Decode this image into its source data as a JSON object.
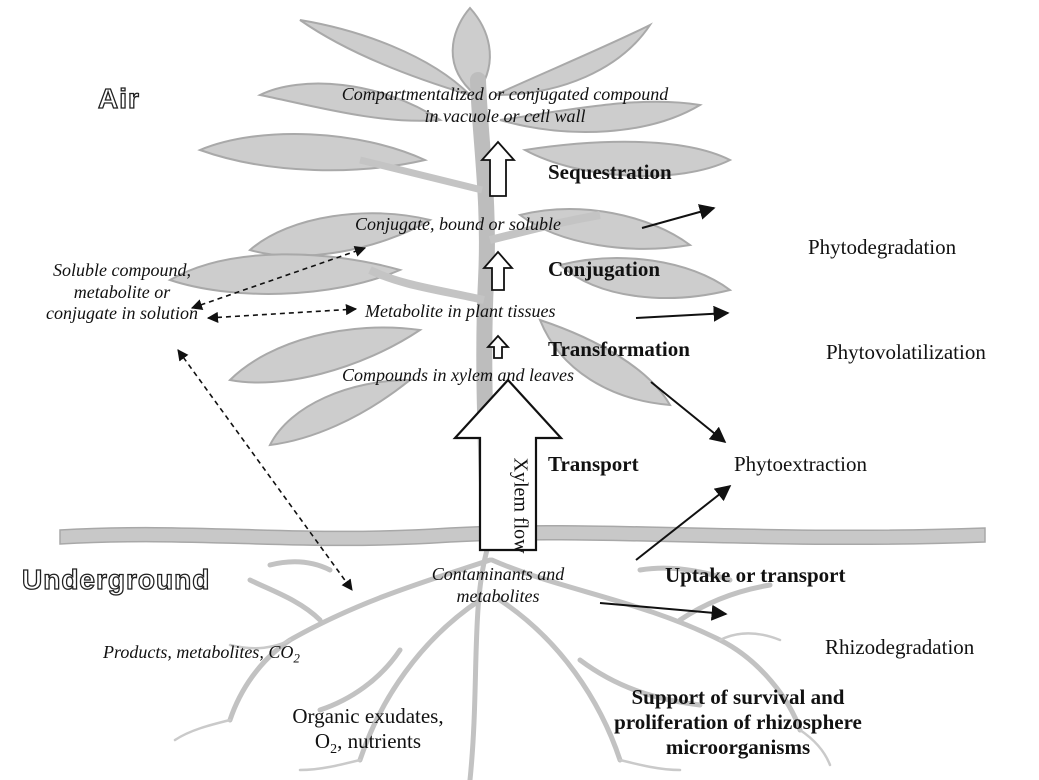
{
  "regions": {
    "air": "Air",
    "underground": "Underground"
  },
  "labels": {
    "compartmentalized_line1": "Compartmentalized or conjugated compound",
    "compartmentalized_line2": "in vacuole or cell wall",
    "conjugate": "Conjugate, bound or soluble",
    "metabolite_tissues": "Metabolite in plant tissues",
    "compounds_xylem": "Compounds in xylem and leaves",
    "soluble_line1": "Soluble compound,",
    "soluble_line2": "metabolite or",
    "soluble_line3": "conjugate in solution",
    "contaminants_line1": "Contaminants and",
    "contaminants_line2": "metabolites",
    "products": "Products, metabolites, CO",
    "products_sub": "2",
    "exudates_line1": "Organic exudates,",
    "exudates_line2_a": "O",
    "exudates_line2_sub": "2",
    "exudates_line2_b": ", nutrients",
    "xylem_flow": "Xylem flow"
  },
  "processes": {
    "sequestration": "Sequestration",
    "conjugation": "Conjugation",
    "transformation": "Transformation",
    "transport": "Transport",
    "uptake": "Uptake or transport",
    "support_line1": "Support of survival and",
    "support_line2": "proliferation of rhizosphere",
    "support_line3": "microorganisms"
  },
  "outcomes": {
    "phytodegradation": "Phytodegradation",
    "phytovolatilization": "Phytovolatilization",
    "phytoextraction": "Phytoextraction",
    "rhizodegradation": "Rhizodegradation"
  },
  "colors": {
    "plant_fill": "#cfcfcf",
    "plant_edge": "#a8a8a8",
    "soil": "#bdbdbd",
    "arrow": "#111111"
  }
}
